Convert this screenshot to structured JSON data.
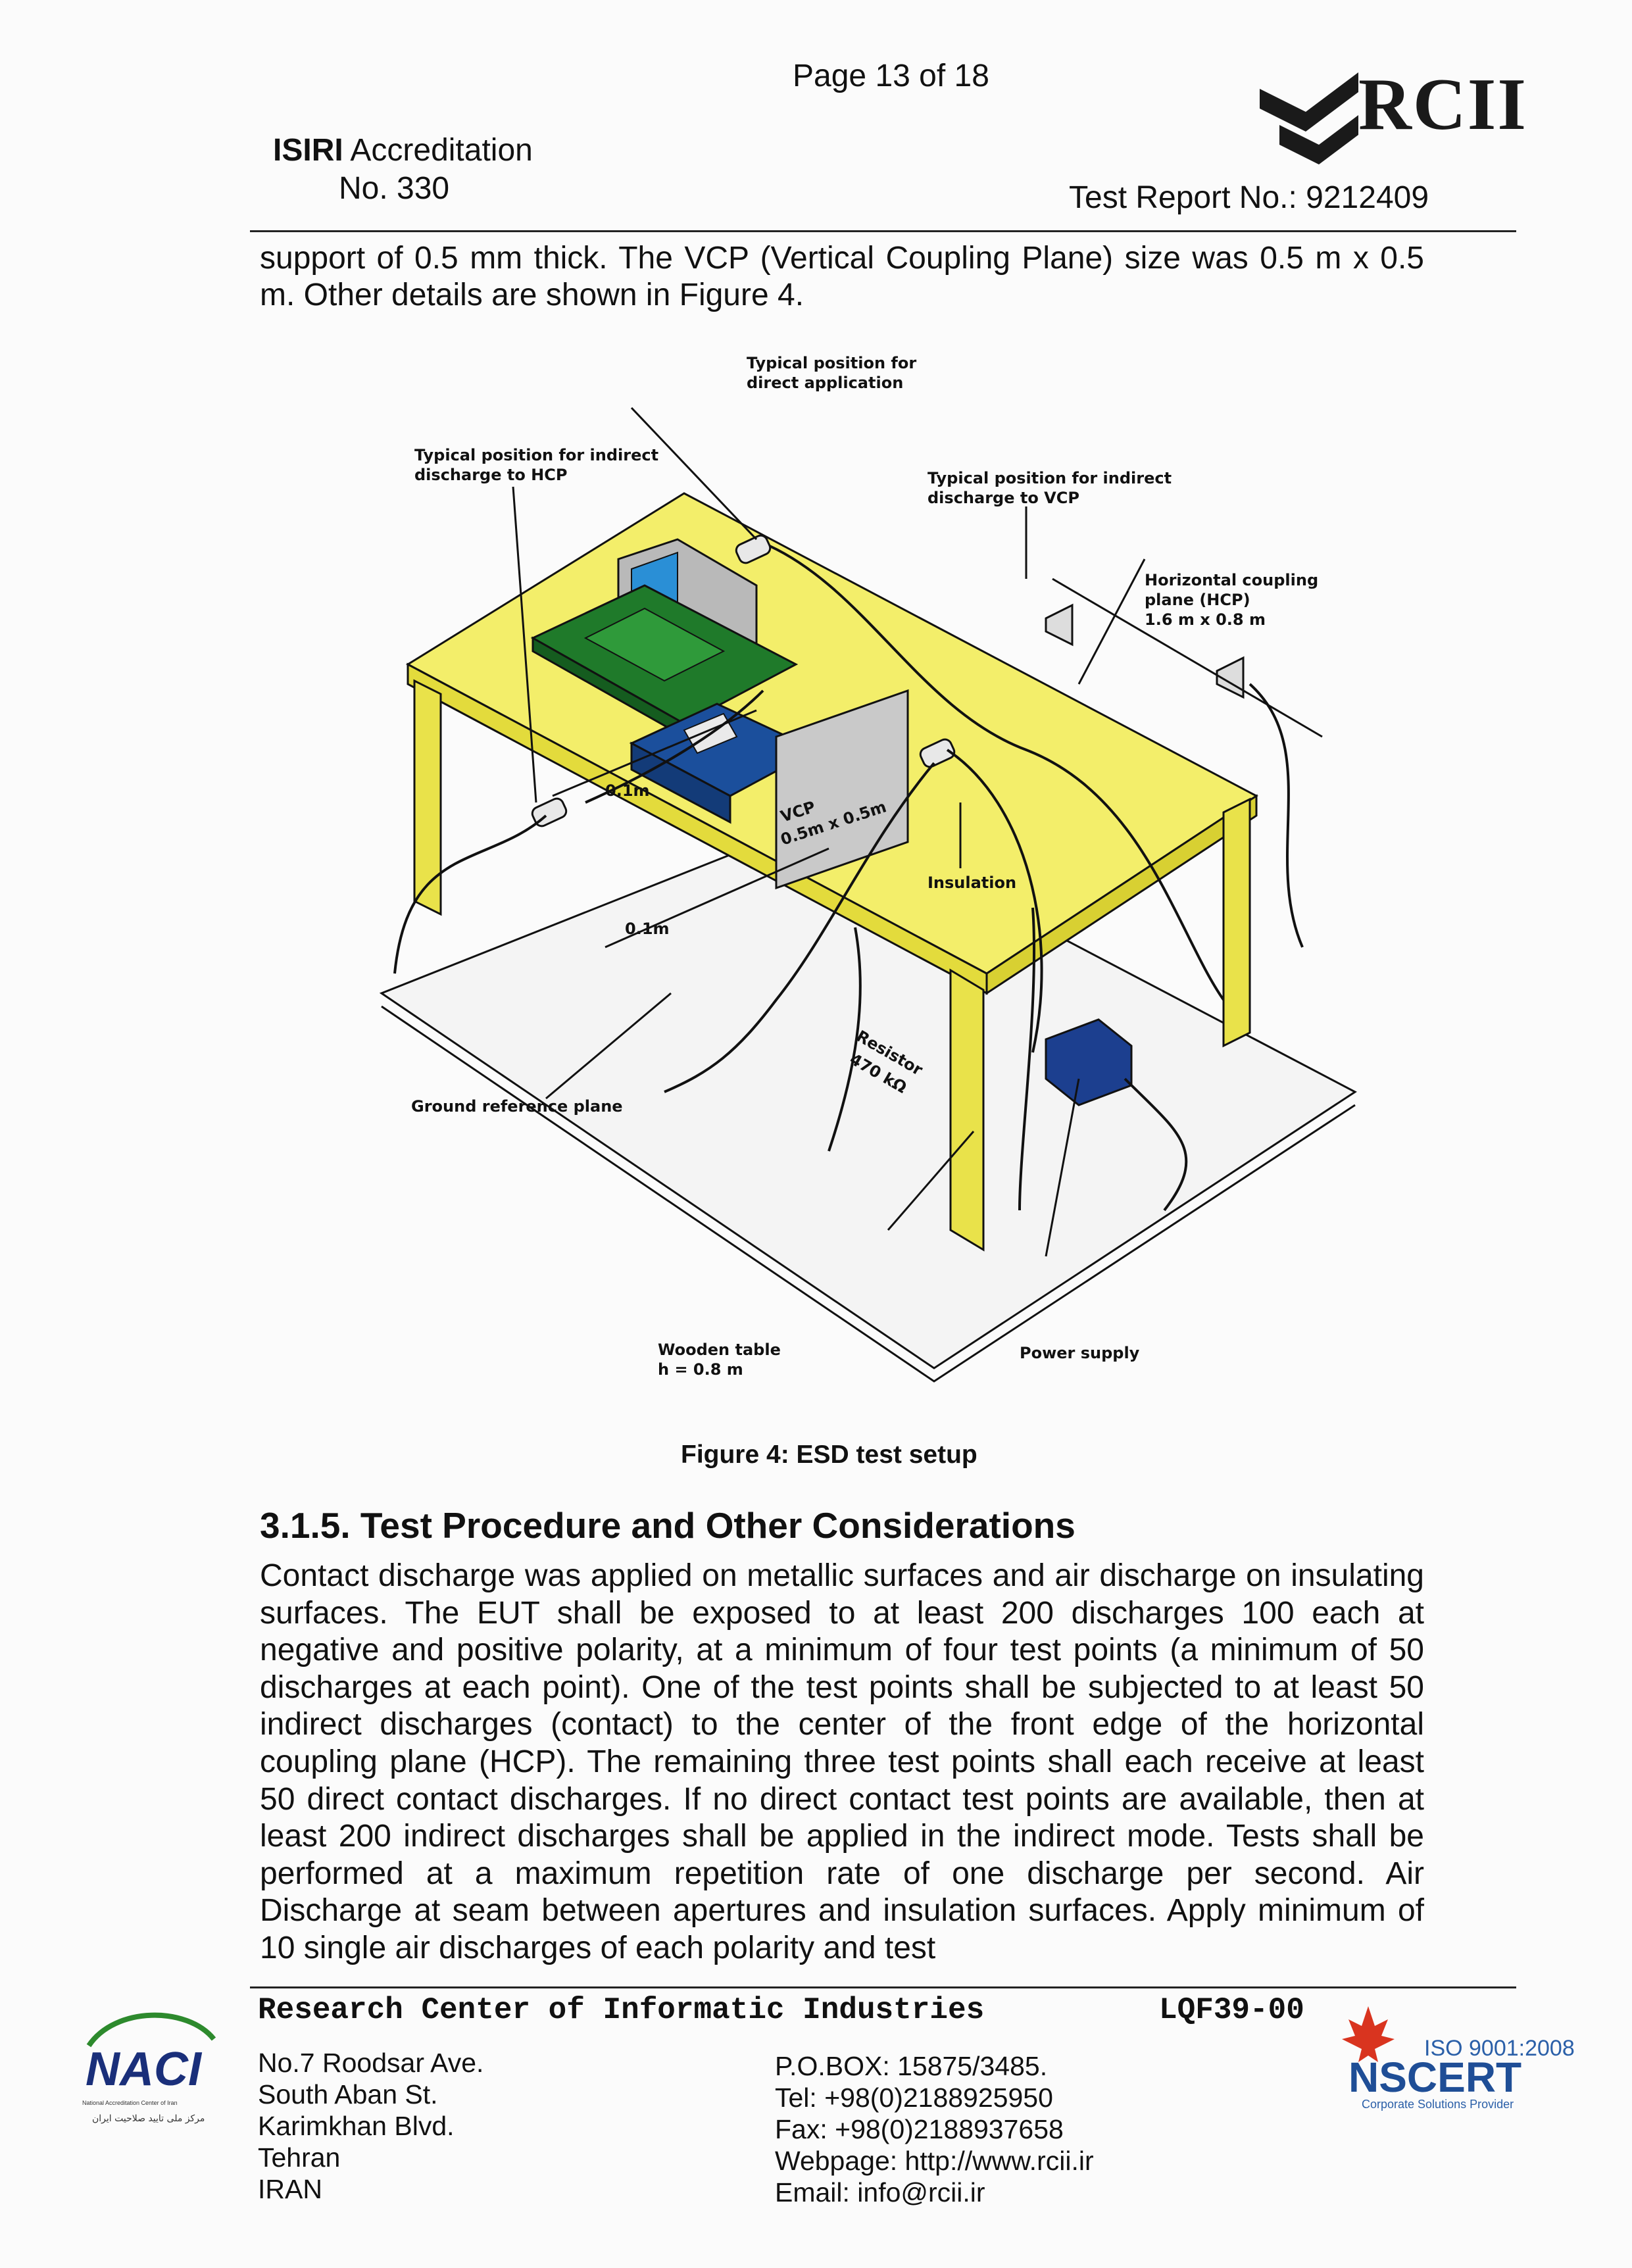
{
  "header": {
    "page": "Page 13 of 18",
    "accreditation_org": "ISIRI",
    "accreditation_word": "Accreditation",
    "accreditation_no": "No. 330",
    "logo_text": "RCII",
    "report_label": "Test Report No.:",
    "report_number": "9212409"
  },
  "intro_text": "support of 0.5 mm thick. The VCP (Vertical Coupling Plane) size was 0.5 m x 0.5 m. Other details are shown in Figure 4.",
  "figure": {
    "labels": {
      "direct_1": "Typical position for",
      "direct_2": "direct application",
      "indirect_hcp_1": "Typical position for indirect",
      "indirect_hcp_2": "discharge to HCP",
      "indirect_vcp_1": "Typical position for indirect",
      "indirect_vcp_2": "discharge to VCP",
      "hcp_1": "Horizontal coupling",
      "hcp_2": "plane (HCP)",
      "hcp_3": "1.6 m x 0.8 m",
      "dist_1": "0.1m",
      "dist_2": "0.1m",
      "vcp_1": "VCP",
      "vcp_2": "0.5m x 0.5m",
      "insulation": "Insulation",
      "resistor_1": "Resistor",
      "resistor_2": "470 kΩ",
      "ground": "Ground reference plane",
      "table_1": "Wooden table",
      "table_2": "h = 0.8 m",
      "power": "Power supply"
    },
    "caption": "Figure 4: ESD test setup",
    "colors": {
      "table": "#f3ee6a",
      "table_leg": "#e9e24a",
      "laptop": "#1f7a2a",
      "monitor_screen": "#2a8fd6",
      "eut": "#1b4f9c",
      "power_supply": "#1c3f8f"
    }
  },
  "section": {
    "title": "3.1.5. Test Procedure and Other Considerations",
    "text": "Contact discharge was applied on metallic surfaces and air discharge on insulating surfaces. The EUT shall be exposed to at least 200 discharges 100 each at negative and positive polarity, at a minimum of four test points (a minimum of 50 discharges at each point). One of the test points shall be subjected to at least 50 indirect discharges (contact) to the center of the front edge of the horizontal coupling plane (HCP). The remaining three test points shall each receive at least 50 direct contact discharges. If no direct contact test points are available, then at least 200 indirect discharges shall be applied in the indirect mode. Tests shall be performed at a maximum repetition rate of one discharge per second. Air Discharge at seam between apertures and insulation surfaces. Apply minimum of 10 single air discharges of each polarity and test"
  },
  "footer": {
    "org": "Research Center of Informatic Industries",
    "code": "LQF39-00",
    "address": [
      "No.7 Roodsar Ave.",
      "South Aban St.",
      "Karimkhan Blvd.",
      "Tehran",
      "IRAN"
    ],
    "contact": [
      "P.O.BOX: 15875/3485.",
      "Tel: +98(0)2188925950",
      "Fax: +98(0)2188937658",
      "Webpage: http://www.rcii.ir",
      "Email: info@rcii.ir"
    ],
    "naci_logo_text": "NACI",
    "naci_sub": "National Accreditation Center of Iran",
    "naci_farsi": "مرکز ملی تایید صلاحیت ایران",
    "nscert_iso": "ISO 9001:2008",
    "nscert_logo": "NSCERT",
    "nscert_sub": "Corporate Solutions Provider"
  }
}
